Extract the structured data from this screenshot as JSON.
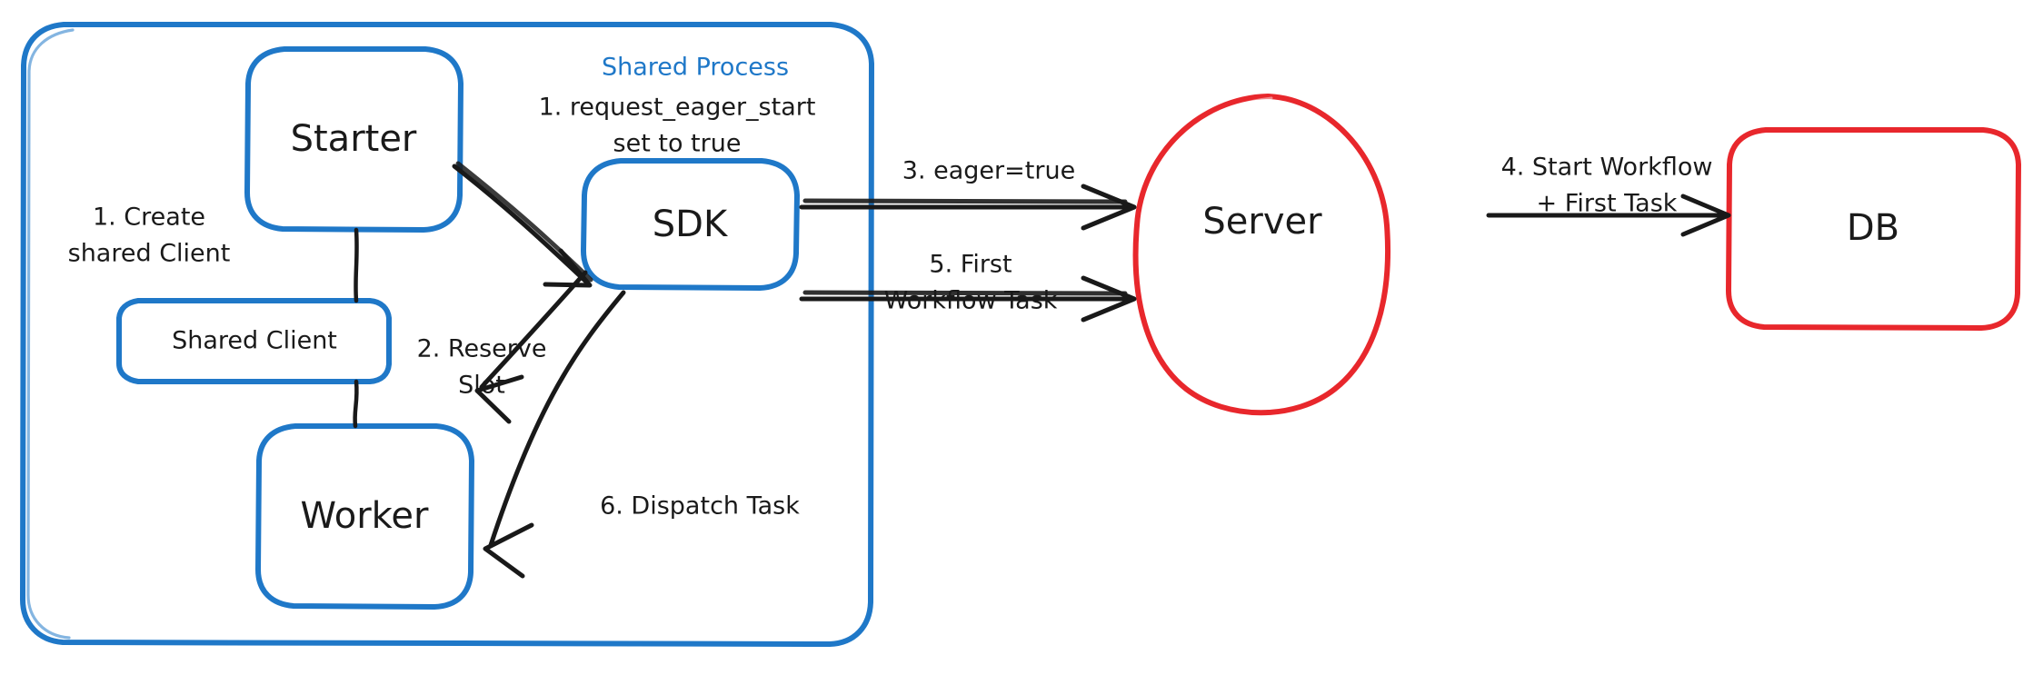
{
  "diagram": {
    "title_visible": false,
    "background": "#ffffff",
    "palette": {
      "blue_fill": "#a9d8fc",
      "blue_stroke": "#1f78c8",
      "pink_fill": "#fcc9c9",
      "red_stroke": "#e8272c",
      "ink": "#191919",
      "group_title_color": "#1f78c8"
    },
    "groups": [
      {
        "id": "shared-process",
        "label": "Shared Process",
        "shape": "rounded-rect",
        "stroke": "#1f78c8",
        "fill": "none"
      }
    ],
    "nodes": [
      {
        "id": "starter",
        "label": "Starter",
        "shape": "rounded-rect",
        "fill": "#a9d8fc",
        "stroke": "#1f78c8",
        "size": "big"
      },
      {
        "id": "shared-client",
        "label": "Shared Client",
        "shape": "rounded-rect",
        "fill": "#a9d8fc",
        "stroke": "#1f78c8",
        "size": "small"
      },
      {
        "id": "worker",
        "label": "Worker",
        "shape": "rounded-rect",
        "fill": "#a9d8fc",
        "stroke": "#1f78c8",
        "size": "big"
      },
      {
        "id": "sdk",
        "label": "SDK",
        "shape": "rounded-rect",
        "fill": "#a9d8fc",
        "stroke": "#1f78c8",
        "size": "big"
      },
      {
        "id": "server",
        "label": "Server",
        "shape": "ellipse",
        "fill": "#fcc9c9",
        "stroke": "#e8272c",
        "size": "big"
      },
      {
        "id": "db",
        "label": "DB",
        "shape": "rounded-rect",
        "fill": "#fcc9c9",
        "stroke": "#e8272c",
        "size": "big"
      }
    ],
    "edge_labels": [
      {
        "id": "label-create-shared-client",
        "line1": "1. Create",
        "line2": "shared Client"
      },
      {
        "id": "label-request-eager-start",
        "line1": "1. request_eager_start",
        "line2": "set to true"
      },
      {
        "id": "label-reserve-slot",
        "line1": "2. Reserve",
        "line2": "Slot"
      },
      {
        "id": "label-eager-true",
        "line1": "3. eager=true",
        "line2": ""
      },
      {
        "id": "label-start-workflow",
        "line1": "4. Start Workflow",
        "line2": "+ First Task"
      },
      {
        "id": "label-first-workflow-task",
        "line1": "5. First",
        "line2": "Workflow Task"
      },
      {
        "id": "label-dispatch-task",
        "line1": "6. Dispatch Task",
        "line2": ""
      }
    ]
  }
}
